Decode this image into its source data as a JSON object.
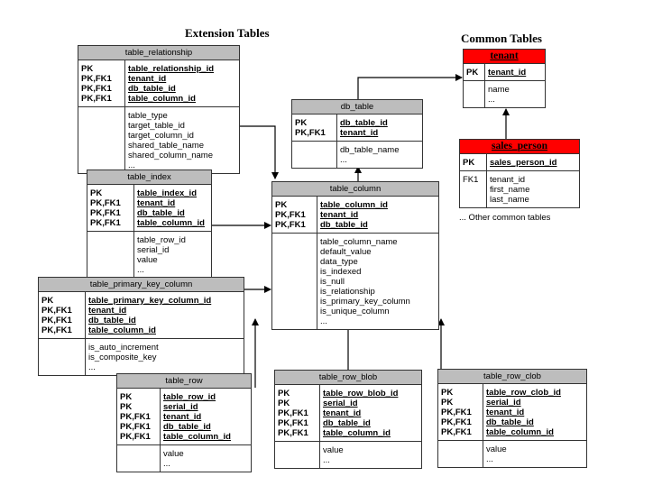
{
  "headings": {
    "extension": "Extension Tables",
    "common": "Common Tables"
  },
  "other_common": "... Other common tables",
  "tables": {
    "table_relationship": {
      "name": "table_relationship",
      "keys": [
        {
          "k": "PK",
          "c": "table_relationship_id"
        },
        {
          "k": "PK,FK1",
          "c": "tenant_id"
        },
        {
          "k": "PK,FK1",
          "c": "db_table_id"
        },
        {
          "k": "PK,FK1",
          "c": "table_column_id"
        }
      ],
      "attrs": [
        "table_type",
        "target_table_id",
        "target_column_id",
        "shared_table_name",
        "shared_column_name",
        "..."
      ]
    },
    "table_index": {
      "name": "table_index",
      "keys": [
        {
          "k": "PK",
          "c": "table_index_id"
        },
        {
          "k": "PK,FK1",
          "c": "tenant_id"
        },
        {
          "k": "PK,FK1",
          "c": "db_table_id"
        },
        {
          "k": "PK,FK1",
          "c": "table_column_id"
        }
      ],
      "attrs": [
        "table_row_id",
        "serial_id",
        "value",
        "..."
      ]
    },
    "table_primary_key_column": {
      "name": "table_primary_key_column",
      "keys": [
        {
          "k": "PK",
          "c": "table_primary_key_column_id"
        },
        {
          "k": "PK,FK1",
          "c": "tenant_id"
        },
        {
          "k": "PK,FK1",
          "c": "db_table_id"
        },
        {
          "k": "PK,FK1",
          "c": "table_column_id"
        }
      ],
      "attrs": [
        "is_auto_increment",
        "is_composite_key",
        "..."
      ]
    },
    "db_table": {
      "name": "db_table",
      "keys": [
        {
          "k": "PK",
          "c": "db_table_id"
        },
        {
          "k": "PK,FK1",
          "c": "tenant_id"
        }
      ],
      "attrs": [
        "db_table_name",
        "..."
      ]
    },
    "table_column": {
      "name": "table_column",
      "keys": [
        {
          "k": "PK",
          "c": "table_column_id"
        },
        {
          "k": "PK,FK1",
          "c": "tenant_id"
        },
        {
          "k": "PK,FK1",
          "c": "db_table_id"
        }
      ],
      "attrs": [
        "table_column_name",
        "default_value",
        "data_type",
        "is_indexed",
        "is_null",
        "is_relationship",
        "is_primary_key_column",
        "is_unique_column",
        "..."
      ]
    },
    "tenant": {
      "name": "tenant",
      "keys": [
        {
          "k": "PK",
          "c": "tenant_id"
        }
      ],
      "attrs": [
        "name",
        "..."
      ]
    },
    "sales_person": {
      "name": "sales_person",
      "keys": [
        {
          "k": "PK",
          "c": "sales_person_id"
        }
      ],
      "fk_label": "FK1",
      "attrs": [
        "tenant_id",
        "first_name",
        "last_name"
      ]
    },
    "table_row": {
      "name": "table_row",
      "keys": [
        {
          "k": "PK",
          "c": "table_row_id"
        },
        {
          "k": "PK",
          "c": "serial_id"
        },
        {
          "k": "PK,FK1",
          "c": "tenant_id"
        },
        {
          "k": "PK,FK1",
          "c": "db_table_id"
        },
        {
          "k": "PK,FK1",
          "c": "table_column_id"
        }
      ],
      "attrs": [
        "value",
        "..."
      ]
    },
    "table_row_blob": {
      "name": "table_row_blob",
      "keys": [
        {
          "k": "PK",
          "c": "table_row_blob_id"
        },
        {
          "k": "PK",
          "c": "serial_id"
        },
        {
          "k": "PK,FK1",
          "c": "tenant_id"
        },
        {
          "k": "PK,FK1",
          "c": "db_table_id"
        },
        {
          "k": "PK,FK1",
          "c": "table_column_id"
        }
      ],
      "attrs": [
        "value",
        "..."
      ]
    },
    "table_row_clob": {
      "name": "table_row_clob",
      "keys": [
        {
          "k": "PK",
          "c": "table_row_clob_id"
        },
        {
          "k": "PK",
          "c": "serial_id"
        },
        {
          "k": "PK,FK1",
          "c": "tenant_id"
        },
        {
          "k": "PK,FK1",
          "c": "db_table_id"
        },
        {
          "k": "PK,FK1",
          "c": "table_column_id"
        }
      ],
      "attrs": [
        "value",
        "..."
      ]
    }
  },
  "colors": {
    "header_gray": "#bdbdbd",
    "header_red": "#ff0000",
    "line": "#000000"
  }
}
